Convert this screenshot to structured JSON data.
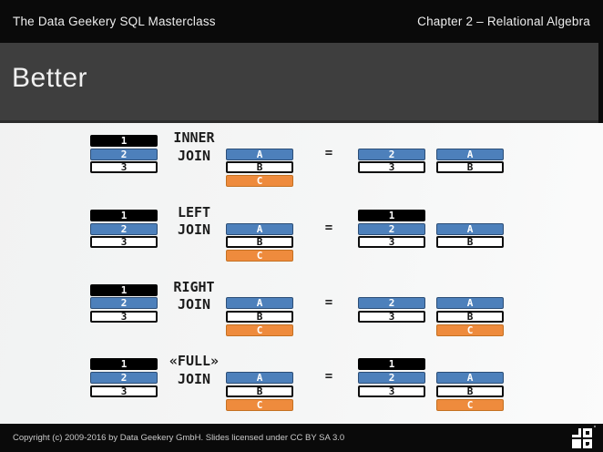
{
  "top_bar": {
    "left_title": "The Data Geekery SQL Masterclass",
    "right_title": "Chapter 2 – Relational Algebra"
  },
  "title_band": {
    "title": "Better"
  },
  "colors": {
    "blue": "#4d80bb",
    "orange": "#ee8b3d",
    "black_bar": "#000000",
    "white_bar": "#ffffff",
    "band": "#3e3e3e"
  },
  "joins": [
    {
      "name": "inner-join",
      "label_lines": [
        "INNER",
        "JOIN"
      ],
      "equals": "=",
      "table1": [
        {
          "label": "1",
          "style": "black",
          "slot": 0
        },
        {
          "label": "2",
          "style": "blue",
          "slot": 1
        },
        {
          "label": "3",
          "style": "white",
          "slot": 2
        }
      ],
      "table2": [
        {
          "label": "A",
          "style": "blue",
          "slot": 1
        },
        {
          "label": "B",
          "style": "white",
          "slot": 2
        },
        {
          "label": "C",
          "style": "orange",
          "slot": 3
        }
      ],
      "result1": [
        {
          "label": "2",
          "style": "blue",
          "slot": 1
        },
        {
          "label": "3",
          "style": "white",
          "slot": 2
        }
      ],
      "result2": [
        {
          "label": "A",
          "style": "blue",
          "slot": 1
        },
        {
          "label": "B",
          "style": "white",
          "slot": 2
        }
      ]
    },
    {
      "name": "left-join",
      "label_lines": [
        "LEFT",
        "JOIN"
      ],
      "equals": "=",
      "table1": [
        {
          "label": "1",
          "style": "black",
          "slot": 0
        },
        {
          "label": "2",
          "style": "blue",
          "slot": 1
        },
        {
          "label": "3",
          "style": "white",
          "slot": 2
        }
      ],
      "table2": [
        {
          "label": "A",
          "style": "blue",
          "slot": 1
        },
        {
          "label": "B",
          "style": "white",
          "slot": 2
        },
        {
          "label": "C",
          "style": "orange",
          "slot": 3
        }
      ],
      "result1": [
        {
          "label": "1",
          "style": "black",
          "slot": 0
        },
        {
          "label": "2",
          "style": "blue",
          "slot": 1
        },
        {
          "label": "3",
          "style": "white",
          "slot": 2
        }
      ],
      "result2": [
        {
          "label": "A",
          "style": "blue",
          "slot": 1
        },
        {
          "label": "B",
          "style": "white",
          "slot": 2
        }
      ]
    },
    {
      "name": "right-join",
      "label_lines": [
        "RIGHT",
        "JOIN"
      ],
      "equals": "=",
      "table1": [
        {
          "label": "1",
          "style": "black",
          "slot": 0
        },
        {
          "label": "2",
          "style": "blue",
          "slot": 1
        },
        {
          "label": "3",
          "style": "white",
          "slot": 2
        }
      ],
      "table2": [
        {
          "label": "A",
          "style": "blue",
          "slot": 1
        },
        {
          "label": "B",
          "style": "white",
          "slot": 2
        },
        {
          "label": "C",
          "style": "orange",
          "slot": 3
        }
      ],
      "result1": [
        {
          "label": "2",
          "style": "blue",
          "slot": 1
        },
        {
          "label": "3",
          "style": "white",
          "slot": 2
        }
      ],
      "result2": [
        {
          "label": "A",
          "style": "blue",
          "slot": 1
        },
        {
          "label": "B",
          "style": "white",
          "slot": 2
        },
        {
          "label": "C",
          "style": "orange",
          "slot": 3
        }
      ]
    },
    {
      "name": "full-join",
      "label_lines": [
        "«FULL»",
        "JOIN"
      ],
      "equals": "=",
      "table1": [
        {
          "label": "1",
          "style": "black",
          "slot": 0
        },
        {
          "label": "2",
          "style": "blue",
          "slot": 1
        },
        {
          "label": "3",
          "style": "white",
          "slot": 2
        }
      ],
      "table2": [
        {
          "label": "A",
          "style": "blue",
          "slot": 1
        },
        {
          "label": "B",
          "style": "white",
          "slot": 2
        },
        {
          "label": "C",
          "style": "orange",
          "slot": 3
        }
      ],
      "result1": [
        {
          "label": "1",
          "style": "black",
          "slot": 0
        },
        {
          "label": "2",
          "style": "blue",
          "slot": 1
        },
        {
          "label": "3",
          "style": "white",
          "slot": 2
        }
      ],
      "result2": [
        {
          "label": "A",
          "style": "blue",
          "slot": 1
        },
        {
          "label": "B",
          "style": "white",
          "slot": 2
        },
        {
          "label": "C",
          "style": "orange",
          "slot": 3
        }
      ]
    }
  ],
  "footer": {
    "copyright": "Copyright (c) 2009-2016 by Data Geekery GmbH. Slides licensed under CC BY SA 3.0",
    "logo": "data-geekery-logo"
  }
}
